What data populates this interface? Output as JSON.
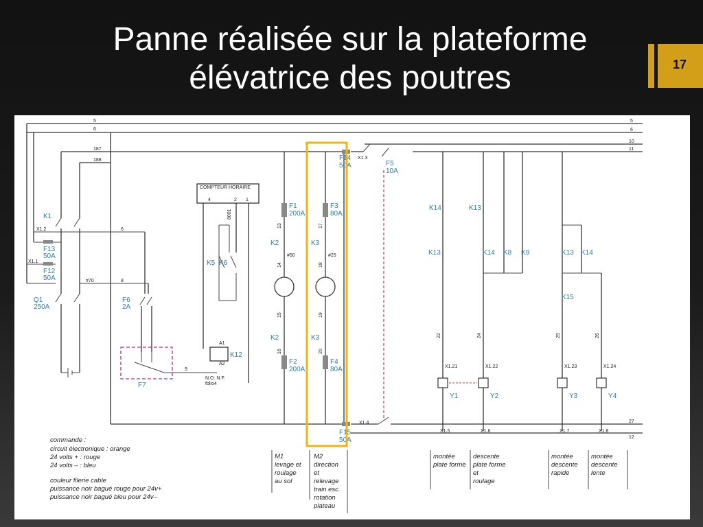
{
  "slide": {
    "title_line1": "Panne réalisée sur la plateforme",
    "title_line2": "élévatrice des poutres",
    "page_number": "17",
    "accent_color": "#d39f19",
    "highlight_color": "#f2b311"
  },
  "diagram": {
    "compteur_label": "COMPTEUR HORAIRE",
    "compteur_pins": [
      "4",
      "2",
      "1"
    ],
    "compteur_wire": "8001",
    "wires_top": [
      "5",
      "6",
      "187",
      "188"
    ],
    "wires_right": [
      "5",
      "6",
      "10",
      "11"
    ],
    "wires_bottom_right": [
      "27",
      "12"
    ],
    "components": {
      "k1": "K1",
      "x12": "X1.2",
      "x11": "X1.1",
      "f13": "F13",
      "f13_rating": "50A",
      "f12": "F12",
      "f12_rating": "50A",
      "q1": "Q1",
      "q1_rating": "250A",
      "f6": "F6",
      "f6_rating": "2A",
      "f7": "F7",
      "k5": "K5",
      "k6": "K6",
      "k12": "K12",
      "a1": "A1",
      "a2": "A2",
      "no_nf": "N.O. N.F.",
      "folio": "folio4",
      "f1": "F1",
      "f1_rating": "200A",
      "f2": "F2",
      "f2_rating": "200A",
      "f3": "F3",
      "f3_rating": "80A",
      "f4": "F4",
      "f4_rating": "80A",
      "k2_top": "K2",
      "k2_bot": "K2",
      "k3_top": "K3",
      "k3_bot": "K3",
      "f14": "F14",
      "f14_rating": "50A",
      "f15": "F15",
      "f15_rating": "50A",
      "f5": "F5",
      "f5_rating": "10A",
      "x13": "X1.3",
      "x14": "X1.4",
      "k14_a": "K14",
      "k13_a": "K13",
      "k13_b": "K13",
      "k14_b": "K14",
      "k8": "K8",
      "k9": "K9",
      "k13_c": "K13",
      "k14_c": "K14",
      "k15": "K15",
      "y1": "Y1",
      "y2": "Y2",
      "y3": "Y3",
      "y4": "Y4",
      "x121": "X1.21",
      "x122": "X1.22",
      "x123": "X1.23",
      "x124": "X1.24",
      "x15": "X1.5",
      "x16": "X1.6",
      "x17": "X1.7",
      "x18": "X1.8",
      "n9": "9",
      "n6": "6",
      "n8": "8",
      "n70": "#70",
      "n13": "13",
      "n14": "14",
      "n15": "15",
      "n16": "16",
      "n17": "17",
      "n18": "18",
      "n19": "19",
      "n20": "20",
      "n22": "22",
      "n24": "24",
      "n25": "25",
      "n26": "26",
      "n50": "#50",
      "n25b": "#25"
    },
    "legend": [
      "commande :",
      "circuit électronique : orange",
      "24 volts + : rouge",
      "24 volts – : bleu",
      "",
      "couleur filerie cable",
      "puissance noir bagué rouge pour 24v+",
      "puissance noir bagué bleu pour 24v–"
    ],
    "captions": {
      "m1": [
        "M1",
        "levage et",
        "roulage",
        "au sol"
      ],
      "m2": [
        "M2",
        "direction",
        "et",
        "relevage",
        "train esc.",
        "rotation",
        "plateau"
      ],
      "montee_plate": [
        "montée",
        "plate forme"
      ],
      "descente_plate": [
        "descente",
        "plate forme",
        "et",
        "roulage"
      ],
      "montee_rapide": [
        "montée",
        "descente",
        "rapide"
      ],
      "montee_lente": [
        "montée",
        "descente",
        "lente"
      ]
    }
  }
}
